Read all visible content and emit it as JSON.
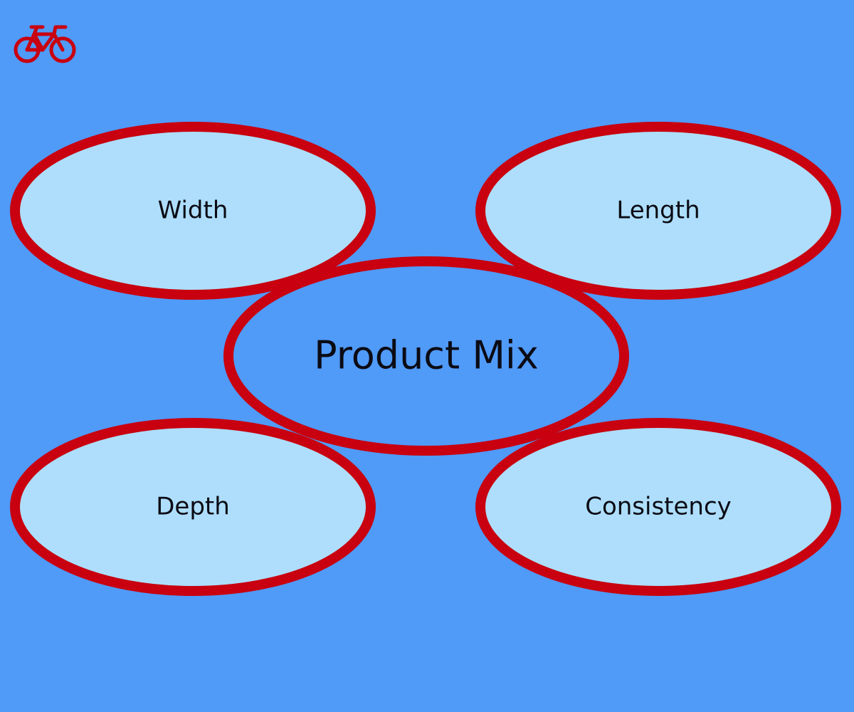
{
  "colors": {
    "background": "#509af8",
    "ring": "#c8000f",
    "outer_fill": "#aedefb",
    "center_fill": "#509af8",
    "text": "#0b0b14"
  },
  "logo": {
    "icon": "bicycle-icon"
  },
  "diagram": {
    "center": {
      "label": "Product Mix"
    },
    "outer": {
      "top_left": "Width",
      "top_right": "Length",
      "bottom_left": "Depth",
      "bottom_right": "Consistency"
    }
  }
}
